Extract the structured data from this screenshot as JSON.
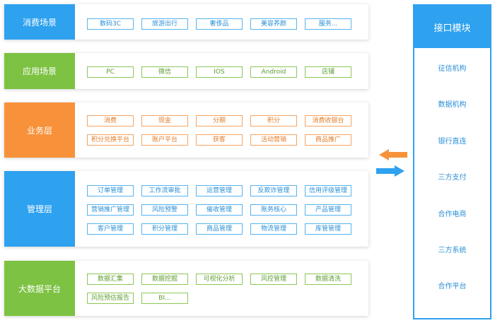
{
  "rows": [
    {
      "label": "消费场景",
      "theme": "blue",
      "tags": [
        "数码3C",
        "旅游出行",
        "奢侈品",
        "美容养颜",
        "服务..."
      ]
    },
    {
      "label": "应用场景",
      "theme": "green",
      "tags": [
        "PC",
        "微信",
        "IOS",
        "Android",
        "店铺"
      ]
    },
    {
      "label": "业务层",
      "theme": "orange",
      "tags": [
        "消费",
        "现金",
        "分期",
        "积分",
        "消费收银台",
        "积分兑换平台",
        "账户平台",
        "获客",
        "活动营销",
        "商品推广"
      ]
    },
    {
      "label": "管理层",
      "theme": "blue",
      "tags": [
        "订单管理",
        "工作流审批",
        "运营管理",
        "反欺诈管理",
        "信用评级管理",
        "营销推广管理",
        "风险预警",
        "催收管理",
        "账务核心",
        "产品管理",
        "客户管理",
        "积分管理",
        "商品管理",
        "物流管理",
        "库管管理"
      ]
    },
    {
      "label": "大数据平台",
      "theme": "green",
      "tags": [
        "数据汇集",
        "数据挖掘",
        "可视化分析",
        "风控管理",
        "数据清洗",
        "风险预估报告",
        "BI..."
      ]
    }
  ],
  "panel": {
    "title": "接口模块",
    "items": [
      "征信机构",
      "数据机构",
      "银行直连",
      "三方支付",
      "合作电商",
      "三方系统",
      "合作平台"
    ]
  },
  "colors": {
    "blue": "#2ea1ef",
    "green": "#7dc243",
    "orange": "#f7923a"
  },
  "arrows": [
    {
      "direction": "left",
      "color": "#f7923a"
    },
    {
      "direction": "right",
      "color": "#2ea1ef"
    }
  ]
}
